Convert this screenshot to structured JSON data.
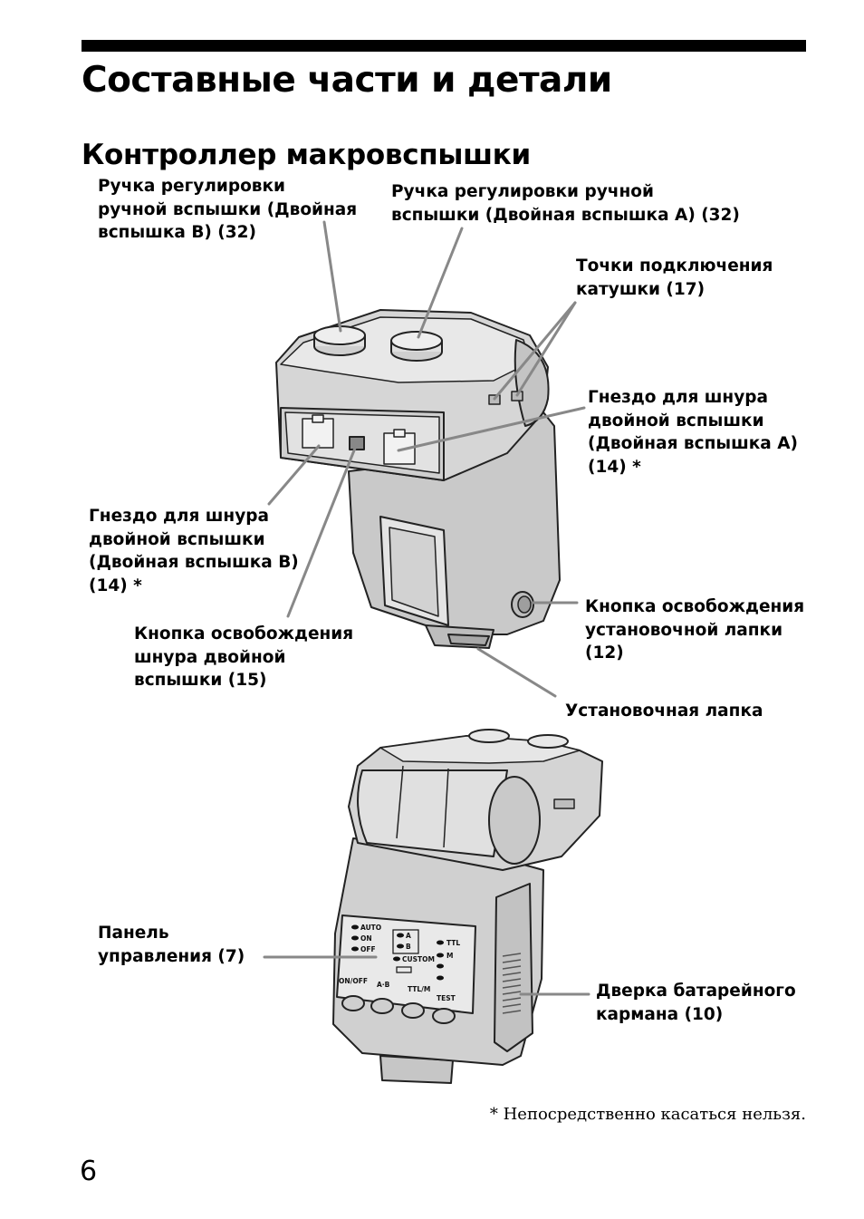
{
  "page": {
    "title": "Составные части и детали",
    "subtitle": "Контроллер макровспышки",
    "footnote": "* Непосредственно касаться нельзя.",
    "page_number": "6"
  },
  "labels": {
    "knob_b": "Ручка регулировки\nручной вспышки (Двойная\nвспышка B) (32)",
    "knob_a": "Ручка регулировки ручной\nвспышки (Двойная вспышка A) (32)",
    "coil_points": "Точки подключения\nкатушки (17)",
    "socket_a": "Гнездо для шнура\nдвойной вспышки\n(Двойная вспышка A)\n(14) *",
    "socket_b": "Гнездо для шнура\nдвойной вспышки\n(Двойная вспышка B)\n(14) *",
    "release_foot": "Кнопка освобождения\nустановочной лапки\n(12)",
    "release_cord": "Кнопка освобождения\nшнура двойной\nвспышки (15)",
    "mount_foot": "Установочная лапка",
    "control_panel": "Панель\nуправления (7)",
    "battery_door": "Дверка батарейного\nкармана (10)"
  },
  "panel_text": {
    "auto": "AUTO",
    "on": "ON",
    "off": "OFF",
    "a": "A",
    "b": "B",
    "custom": "CUSTOM",
    "ttl": "TTL",
    "m": "M",
    "onoff": "ON/OFF",
    "ab": "A·B",
    "ttlm": "TTL/M",
    "test": "TEST"
  }
}
